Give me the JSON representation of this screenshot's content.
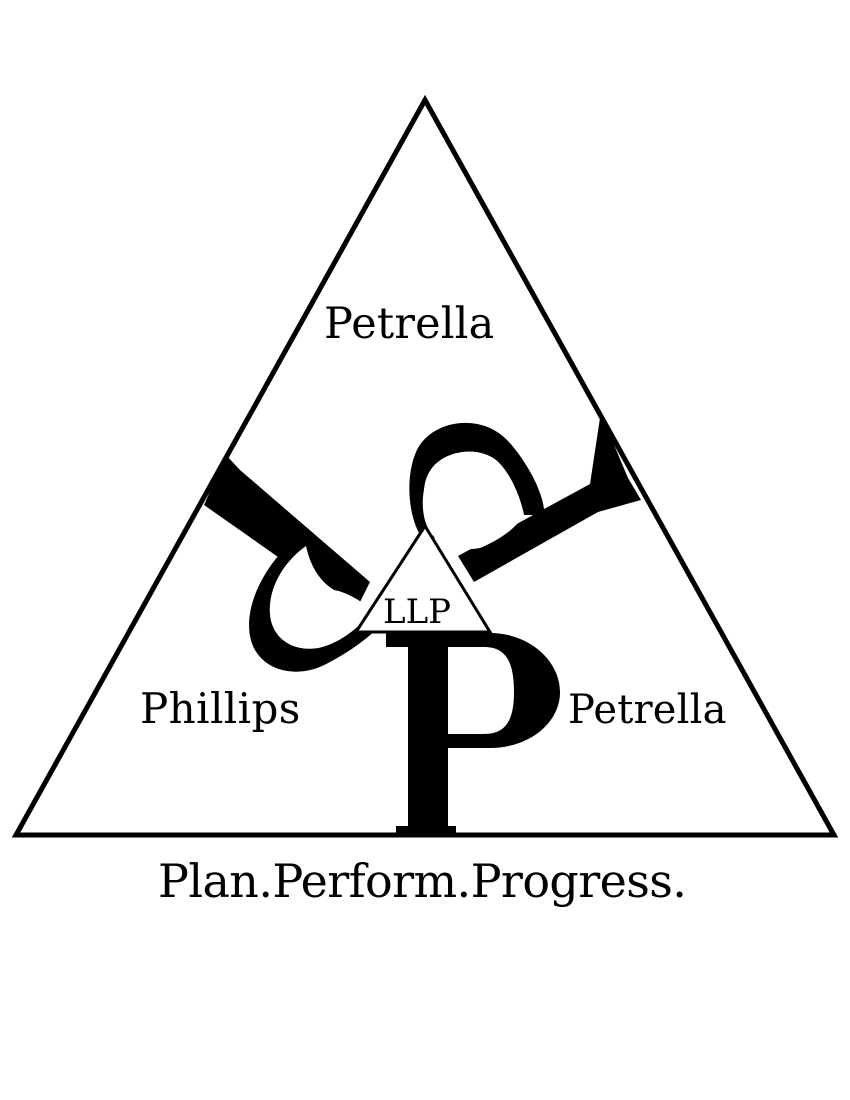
{
  "logo": {
    "name_top": "Petrella",
    "name_left": "Phillips",
    "name_right": "Petrella",
    "suffix": "LLP",
    "tagline": "Plan.Perform.Progress."
  },
  "colors": {
    "ink": "#000000",
    "background": "#ffffff"
  }
}
